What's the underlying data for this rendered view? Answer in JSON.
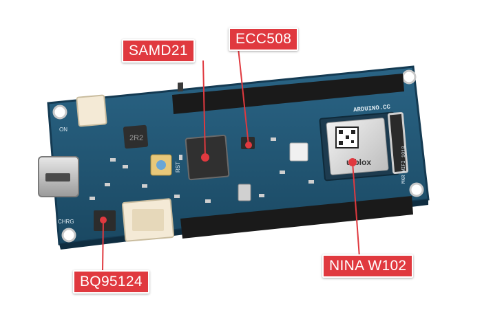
{
  "board": {
    "silkscreen_brand": "ARDUINO.CC",
    "silkscreen_model": "MKR WIFI 1010",
    "inductor_marking": "2R2",
    "module_brand": "u-blox",
    "pin_labels": {
      "on": "ON",
      "chrg": "CHRG",
      "rst": "RST"
    }
  },
  "callouts": {
    "samd21": "SAMD21",
    "ecc508": "ECC508",
    "nina": "NINA W102",
    "bq": "BQ95124"
  },
  "colors": {
    "pcb": "#1f4f6b",
    "pcb_edge": "#143a52",
    "callout": "#e0393f",
    "leader": "#e0393f",
    "header": "#1a1a1a"
  }
}
